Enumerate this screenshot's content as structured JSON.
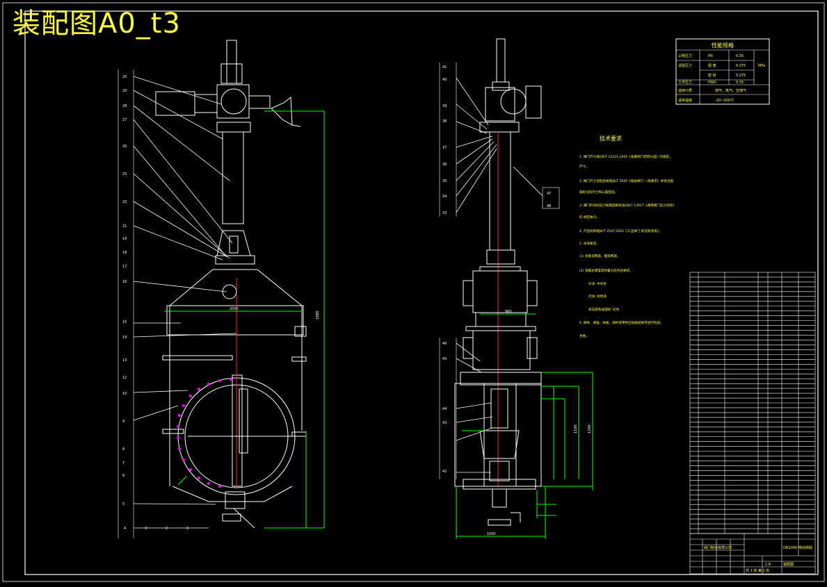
{
  "title": "装配图A0_t3",
  "perf_table": {
    "header": "性能规格",
    "rows": [
      {
        "label": "公称压力",
        "sym": "PN",
        "val": "0.35",
        "unit": ""
      },
      {
        "label": "试验压力",
        "sym": "强  度",
        "val": "0.375",
        "unit": "MPa"
      },
      {
        "label": "",
        "sym": "密  封",
        "val": "0.275",
        "unit": ""
      },
      {
        "label": "工作压力",
        "sym": "PWD",
        "val": "0.35",
        "unit": ""
      },
      {
        "label": "适用介质",
        "sym": "煤气、蒸汽、空煤气",
        "val": "",
        "unit": ""
      },
      {
        "label": "适用温度",
        "sym": "-20~200℃",
        "val": "",
        "unit": ""
      }
    ]
  },
  "tech": {
    "heading": "技术要求",
    "lines": [
      "1. 阀门尺寸按GB/T 12221-2005《金属阀门结构长度》的规定。",
      "尺寸。",
      "2. 阀门尺寸及检验按照JB/T 3595《电站阀门 一般要求》并符合图",
      "纸标注的尺寸和公差检验。",
      "3. 阀门的试验压力按照国家标准GB/T 13927《通用阀门压力试验》",
      "的 规定执行。",
      "4. 产品标牌按JB/T 2547-2002《工业阀门 标志和涂漆》。",
      "5. 涂漆要求。",
      "(1) 涂底漆两道，面漆两道。",
      "(2) 漆膜总厚度及附着力应符合要求。",
      "外涂: 中灰色",
      "内涂: 防锈漆",
      "标志颜色按国标: 红色",
      "6. 阀体、阀盖、闸板、阀杆等零件应按图纸要求进行检验，",
      "合格。"
    ]
  },
  "colors": {
    "bg": "#000000",
    "line": "#ffffff",
    "accent_red": "#ff2020",
    "dim_green": "#00ff00",
    "text_yellow": "#ffff3a",
    "frame": "#c8c8c8",
    "magenta": "#ff00ff"
  },
  "left_labels": [
    "20",
    "29",
    "28",
    "27",
    "26",
    "25",
    "22",
    "21",
    "19",
    "18",
    "17",
    "16",
    "15",
    "14",
    "13",
    "12",
    "10",
    "9",
    "8",
    "7",
    "6",
    "5",
    "4",
    "3",
    "2",
    "1"
  ],
  "mid_labels_a": [
    "41",
    "40",
    "39",
    "38",
    "37",
    "36",
    "35",
    "34",
    "33"
  ],
  "mid_labels_b": [
    "47",
    "48",
    "46",
    "45",
    "44",
    "43",
    "42"
  ],
  "dims": {
    "height": "1880",
    "width_top": "2000",
    "width_bottom": "1000",
    "bore": "960",
    "side_a": "1100",
    "side_b": "1200"
  },
  "parts_rows": 54,
  "title_block": {
    "company": "阀门制造有限公司",
    "drawing": "装配图",
    "name": "DN1000 电动闸阀",
    "sheet": "共 1 张  第 1 张",
    "scale": "1:8"
  }
}
